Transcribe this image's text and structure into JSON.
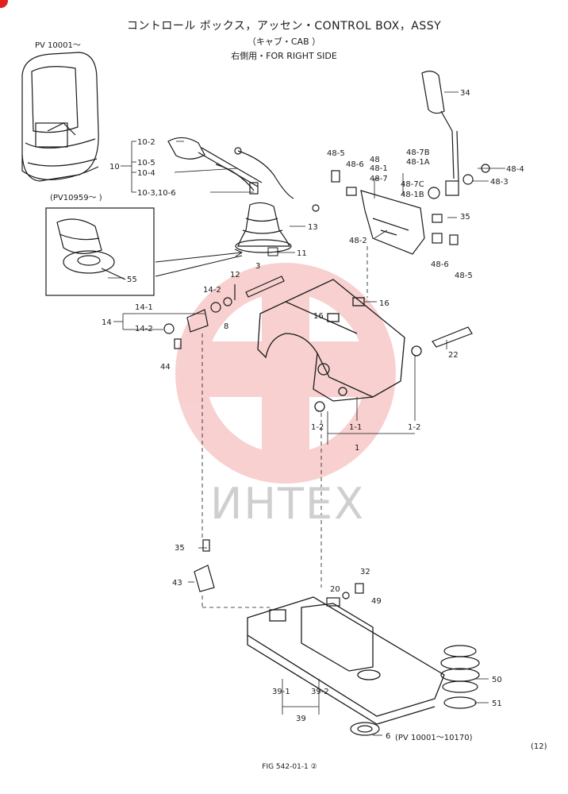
{
  "header": {
    "title": "コントロール ボックス，アッセン・CONTROL BOX，ASSY",
    "subtitle": "（キャブ・CAB ）",
    "side": "右側用・FOR RIGHT SIDE"
  },
  "serial_top": "PV 10001〜",
  "serial_inset": "(PV10959〜   )",
  "watermark": "ИНТЕХ",
  "page_number": "(12)",
  "figure_caption": "FIG 542-01-1 ②",
  "part_note_6": "(PV 10001〜10170)",
  "labels": {
    "p34": "34",
    "p48_5a": "48-5",
    "p48_6a": "48-6",
    "p48": "48",
    "p48_1": "48-1",
    "p48_7": "48-7",
    "p48_7b": "48-7B",
    "p48_1a": "48-1A",
    "p48_7c": "48-7C",
    "p48_1b": "48-1B",
    "p48_4": "48-4",
    "p48_3": "48-3",
    "p35a": "35",
    "p48_2": "48-2",
    "p48_6b": "48-6",
    "p48_5b": "48-5",
    "p10_2": "10-2",
    "p10": "10",
    "p10_5": "10-5",
    "p10_4": "10-4",
    "p10_3": "10-3,10-6",
    "p13": "13",
    "p11": "11",
    "p55": "55",
    "p3": "3",
    "p12": "12",
    "p14_2a": "14-2",
    "p8": "8",
    "p14_1": "14-1",
    "p14": "14",
    "p14_2b": "14-2",
    "p44": "44",
    "p16a": "16",
    "p16b": "16",
    "p22": "22",
    "p1_2a": "1-2",
    "p1_1": "1-1",
    "p1_2b": "1-2",
    "p1": "1",
    "p35b": "35",
    "p43": "43",
    "p32": "32",
    "p20": "20",
    "p49": "49",
    "p50": "50",
    "p51": "51",
    "p39_1": "39-1",
    "p39_2": "39-2",
    "p39": "39",
    "p6": "6"
  }
}
